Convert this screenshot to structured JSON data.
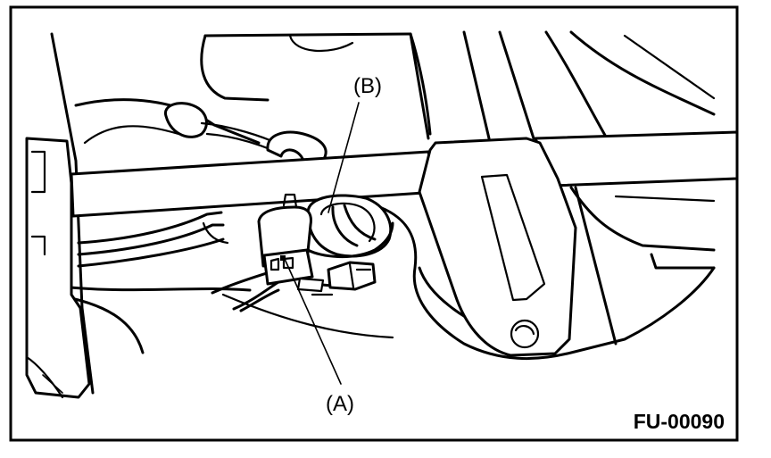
{
  "figure": {
    "callouts": {
      "a": "(A)",
      "b": "(B)"
    },
    "figure_id": "FU-00090",
    "colors": {
      "line": "#000000",
      "background": "#ffffff"
    }
  }
}
